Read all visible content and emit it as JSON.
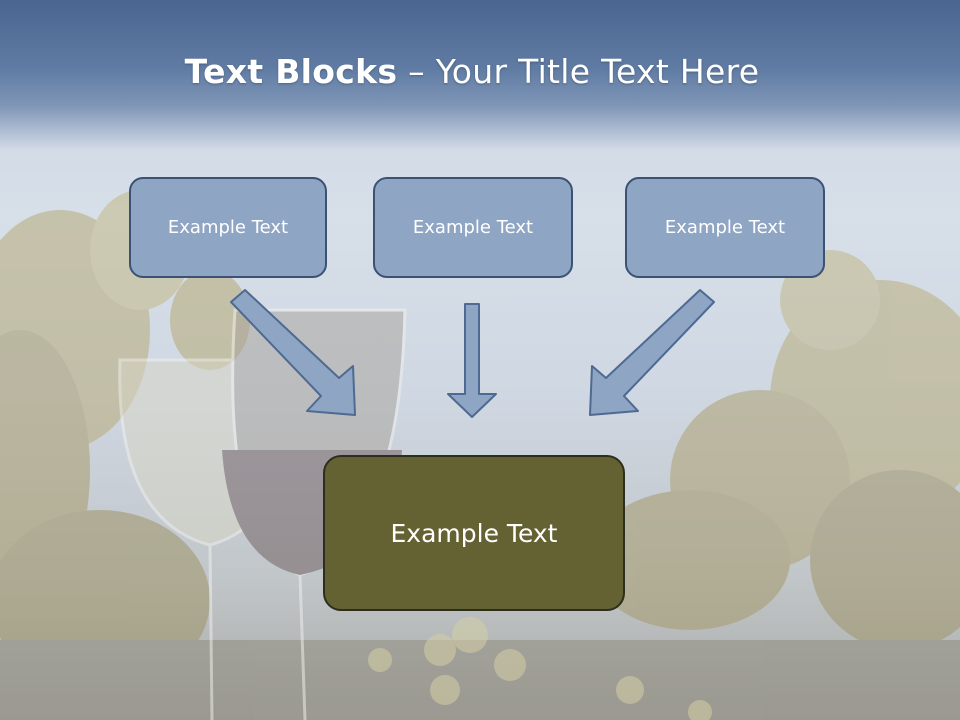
{
  "title": {
    "bold": "Text Blocks",
    "separator": " – ",
    "rest": "Your Title Text Here"
  },
  "blocks": [
    {
      "label": "Example Text"
    },
    {
      "label": "Example Text"
    },
    {
      "label": "Example Text"
    }
  ],
  "main_block": {
    "label": "Example Text"
  },
  "colors": {
    "title_band": "#4a6690",
    "small_box_fill": "#8ea5c4",
    "small_box_border": "#3b5274",
    "main_box_fill": "#646132",
    "arrow_fill": "#8ea5c4"
  }
}
